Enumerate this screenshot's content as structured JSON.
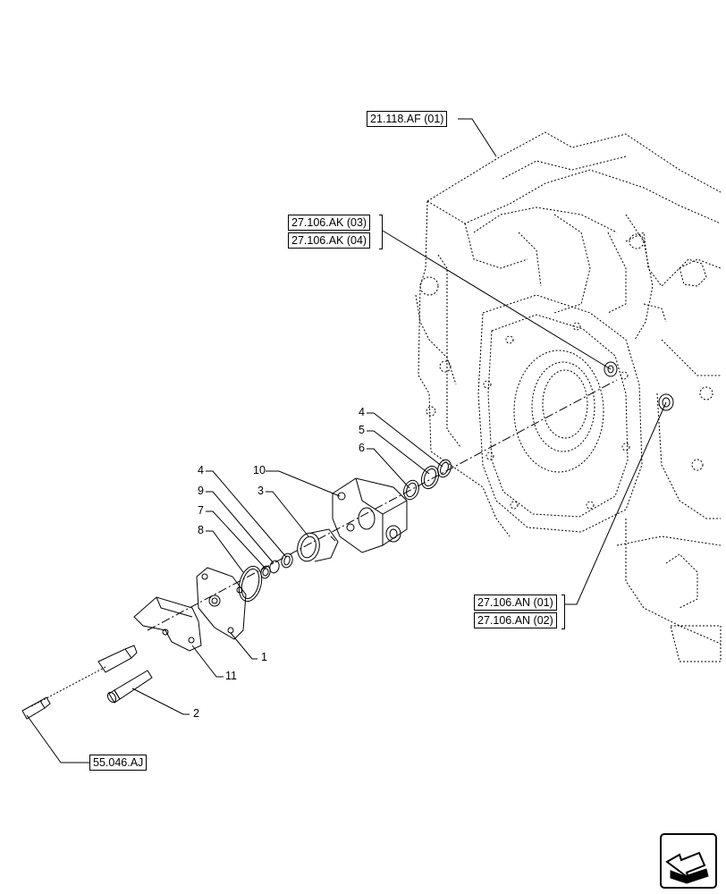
{
  "references": {
    "ref_21_118": "21.118.AF (01)",
    "ref_27_106_ak_03": "27.106.AK (03)",
    "ref_27_106_ak_04": "27.106.AK (04)",
    "ref_27_106_an_01": "27.106.AN (01)",
    "ref_27_106_an_02": "27.106.AN (02)",
    "ref_55_046": "55.046.AJ"
  },
  "callouts": {
    "c1": "1",
    "c2": "2",
    "c3": "3",
    "c4a": "4",
    "c4b": "4",
    "c5": "5",
    "c6": "6",
    "c7": "7",
    "c8": "8",
    "c9": "9",
    "c10": "10",
    "c11": "11"
  },
  "nav": {
    "icon": "next-page-arrow-icon"
  },
  "colors": {
    "line": "#000000",
    "background": "#ffffff"
  }
}
